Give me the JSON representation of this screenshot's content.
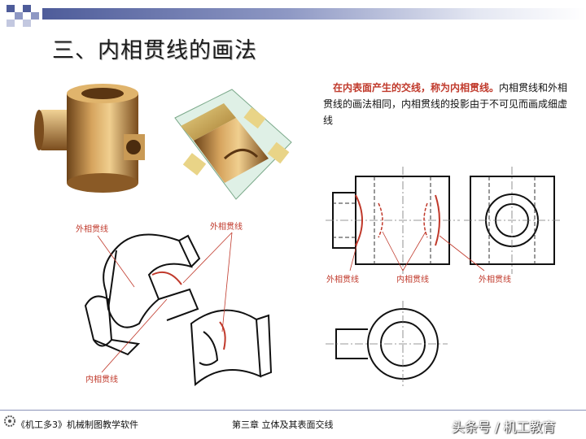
{
  "slide": {
    "title": "三、内相贯线的画法",
    "desc_red": "在内表面产生的交线，称为内相贯线。",
    "desc_black": "内相贯线和外相贯线的画法相同，内相贯线的投影由于不可见而画成细虚线"
  },
  "labels": {
    "outer_a": "外相贯线",
    "outer_b": "外相贯线",
    "inner_a": "内相贯线",
    "outer_c": "外相贯线",
    "inner_b": "内相贯线",
    "outer_d": "外相贯线"
  },
  "footer": {
    "left": "《机工多3》机械制图教学软件",
    "middle": "第三章   立体及其表面交线",
    "watermark": "头条号 / 机工教育"
  },
  "colors": {
    "accent_red": "#c0392b",
    "header_blue": "#4e5c9a",
    "bronze": "#b07a3a"
  }
}
